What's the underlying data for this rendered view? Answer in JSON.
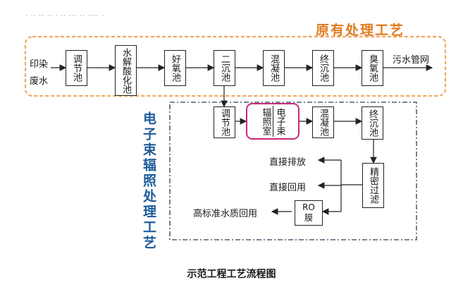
{
  "header_blur": "· ·· ·· ·· · ·· ··· ·· ···· ·",
  "original_process": {
    "title": "原有处理工艺",
    "input_label_1": "印染",
    "input_label_2": "废水",
    "steps": [
      "调节池",
      "水解酸化池",
      "好氧池",
      "二沉池",
      "混凝池",
      "终沉池",
      "臭氧池"
    ],
    "output_label": "污水管网",
    "border_color": "#f0a860"
  },
  "ebeam_process": {
    "title": "电子束辐照处理工艺",
    "steps": {
      "regulate": "调节池",
      "irradiation_col1": "电子束",
      "irradiation_col2": "辐照室",
      "coagulation": "混凝池",
      "final_settle": "终沉池",
      "precision_filter": "精密过滤",
      "ro_line1": "RO",
      "ro_line2": "膜"
    },
    "outputs": {
      "direct_discharge": "直接排放",
      "direct_reuse": "直接回用",
      "high_standard_reuse": "高标准水质回用"
    },
    "highlight_color": "#c8287a",
    "border_color": "#2a3f55"
  },
  "caption": "示范工程工艺流程图"
}
